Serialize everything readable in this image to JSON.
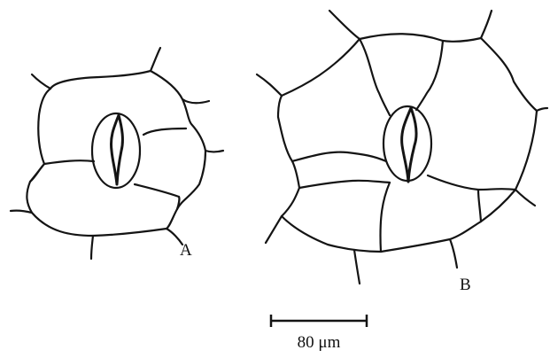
{
  "labels": {
    "specimen_a": "A",
    "specimen_b": "B"
  },
  "scale_bar": {
    "label": "80 μm"
  },
  "colors": {
    "ink": "#141414",
    "background": "#ffffff"
  }
}
